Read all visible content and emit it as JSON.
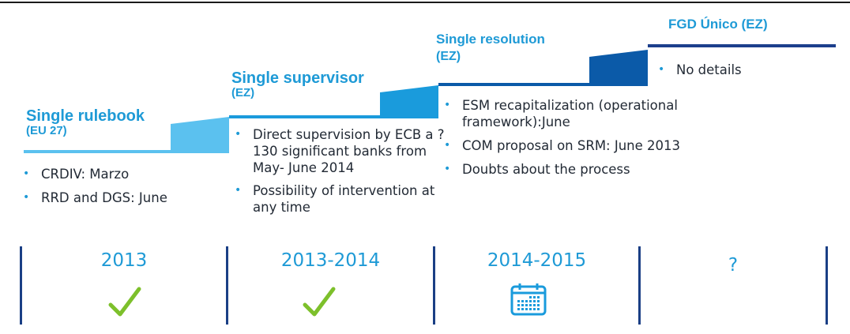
{
  "colors": {
    "top_line": "#1a1a1a",
    "step1": "#5bc1ef",
    "step2": "#1a9bdc",
    "step3": "#0b5aa8",
    "step4": "#1c3f8c",
    "title": "#1e9ad6",
    "check": "#7dc02b",
    "divider": "#1a3f85"
  },
  "stages": [
    {
      "title": "Single rulebook",
      "subtitle": "(EU 27)",
      "bullets": [
        "CRDIV: Marzo",
        "RRD and DGS: June"
      ],
      "period": "2013",
      "status_icon": "check-icon"
    },
    {
      "title": "Single supervisor",
      "subtitle": "(EZ)",
      "bullets": [
        "Direct supervision by ECB a ? 130 significant banks from May- June 2014",
        "Possibility of intervention at any time"
      ],
      "period": "2013-2014",
      "status_icon": "check-icon"
    },
    {
      "title": "Single resolution",
      "subtitle": "(EZ)",
      "bullets": [
        "ESM recapitalization (operational framework):June",
        "COM proposal on SRM: June 2013",
        "Doubts about the process"
      ],
      "period": "2014-2015",
      "status_icon": "calendar-icon"
    },
    {
      "title": "FGD Único (EZ)",
      "subtitle": "",
      "bullets": [
        "No details"
      ],
      "period": "?",
      "status_icon": ""
    }
  ]
}
